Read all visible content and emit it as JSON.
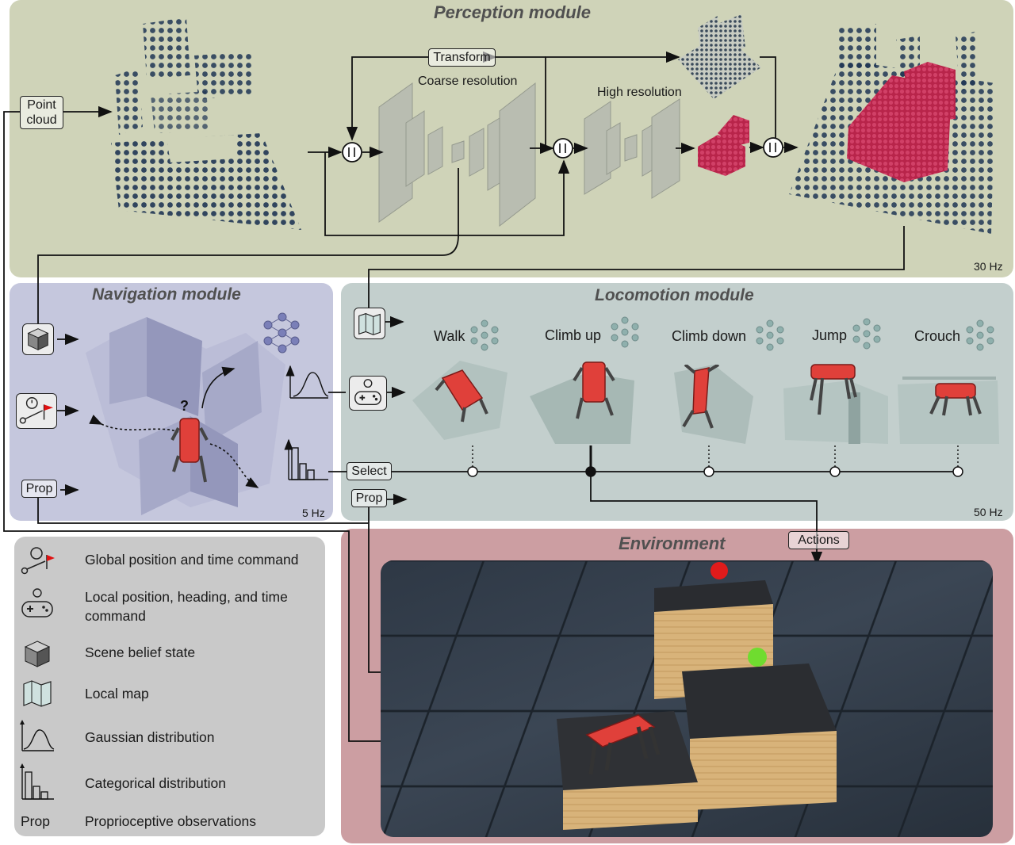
{
  "perception": {
    "title": "Perception module",
    "rate": "30 Hz",
    "input_label": "Point cloud",
    "transform_label": "Transform",
    "coarse_label": "Coarse resolution",
    "high_label": "High resolution"
  },
  "navigation": {
    "title": "Navigation module",
    "rate": "5 Hz",
    "prop_label": "Prop"
  },
  "locomotion": {
    "title": "Locomotion module",
    "rate": "50 Hz",
    "select_label": "Select",
    "prop_label": "Prop",
    "skills": [
      "Walk",
      "Climb up",
      "Climb down",
      "Jump",
      "Crouch"
    ]
  },
  "environment": {
    "title": "Environment",
    "actions_label": "Actions"
  },
  "legend": {
    "items": [
      {
        "icon": "goal-flag-icon",
        "text": "Global position and time command"
      },
      {
        "icon": "gamepad-icon",
        "text": "Local position, heading, and time command"
      },
      {
        "icon": "cube-icon",
        "text": "Scene belief state"
      },
      {
        "icon": "map-icon",
        "text": "Local map"
      },
      {
        "icon": "gaussian-icon",
        "text": "Gaussian distribution"
      },
      {
        "icon": "histogram-icon",
        "text": "Categorical distribution"
      },
      {
        "icon": "prop-text",
        "text": "Proprioceptive observations"
      }
    ],
    "prop_symbol": "Prop"
  },
  "colors": {
    "perception_bg": "#cfd3b8",
    "navigation_bg": "#c5c7dd",
    "locomotion_bg": "#c3cfcd",
    "environment_bg": "#cc9ea2",
    "legend_bg": "#c9c9c9",
    "robot_red": "#e0403a",
    "voxel_red": "#b8244a",
    "point_blue": "#1f3554"
  }
}
